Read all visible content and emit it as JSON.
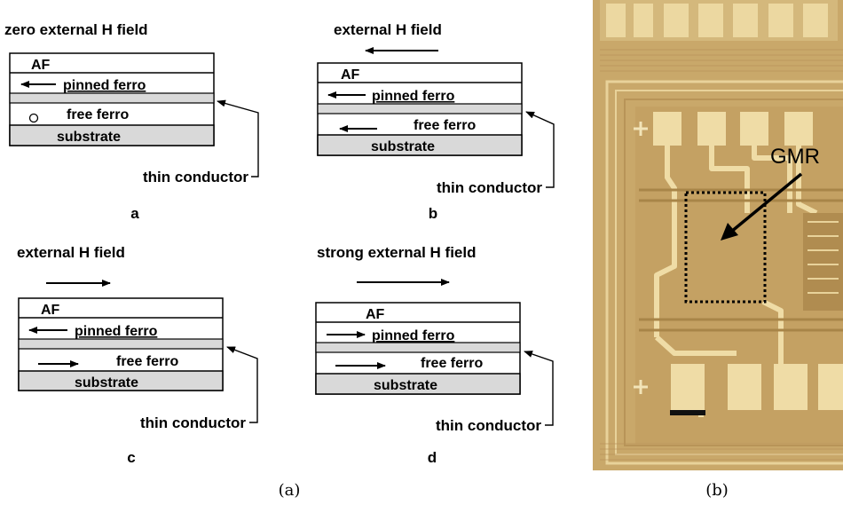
{
  "panels": {
    "a": {
      "title": "zero external H field",
      "layers": {
        "af": "AF",
        "pinned": "pinned ferro",
        "free": "free ferro",
        "substrate": "substrate"
      },
      "conductor": "thin conductor",
      "letter": "a"
    },
    "b": {
      "title": "external H field",
      "layers": {
        "af": "AF",
        "pinned": "pinned ferro",
        "free": "free ferro",
        "substrate": "substrate"
      },
      "conductor": "thin conductor",
      "letter": "b"
    },
    "c": {
      "title": "external H field",
      "layers": {
        "af": "AF",
        "pinned": "pinned ferro",
        "free": "free ferro",
        "substrate": "substrate"
      },
      "conductor": "thin conductor",
      "letter": "c"
    },
    "d": {
      "title": "strong external H field",
      "layers": {
        "af": "AF",
        "pinned": "pinned ferro",
        "free": "free ferro",
        "substrate": "substrate"
      },
      "conductor": "thin conductor",
      "letter": "d"
    }
  },
  "captions": {
    "left": "(a)",
    "right": "(b)"
  },
  "photo": {
    "label": "GMR"
  },
  "colors": {
    "spacer": "#d9d9d9",
    "substrate": "#d9d9d9",
    "chip_base": "#c9a86a",
    "chip_metal": "#efdca6"
  }
}
